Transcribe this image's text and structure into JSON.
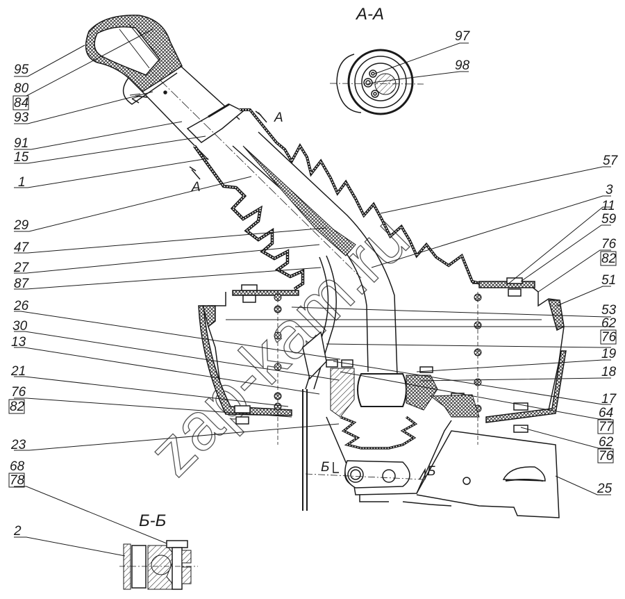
{
  "diagram": {
    "type": "exploded-section-drawing",
    "subject": "gear shift lever assembly",
    "watermark": "zap-kam.ru",
    "colors": {
      "ink": "#1a1a1a",
      "background": "#ffffff",
      "hatch": "#333333"
    },
    "section_titles": {
      "a": "А-А",
      "b": "Б-Б"
    },
    "section_marks": {
      "a_top": "А",
      "a_bottom": "А",
      "b_left": "Б",
      "b_right": "Б"
    },
    "callouts_left": [
      {
        "lines": [
          "95"
        ]
      },
      {
        "lines": [
          "80",
          "84"
        ],
        "boxed_second": true
      },
      {
        "lines": [
          "93"
        ]
      },
      {
        "lines": [
          "91"
        ]
      },
      {
        "lines": [
          "15"
        ]
      },
      {
        "lines": [
          "1"
        ]
      },
      {
        "lines": [
          "29"
        ]
      },
      {
        "lines": [
          "47"
        ]
      },
      {
        "lines": [
          "27"
        ]
      },
      {
        "lines": [
          "87"
        ]
      },
      {
        "lines": [
          "26"
        ]
      },
      {
        "lines": [
          "30"
        ]
      },
      {
        "lines": [
          "13"
        ]
      },
      {
        "lines": [
          "21"
        ]
      },
      {
        "lines": [
          "76",
          "82"
        ],
        "boxed_second": true
      },
      {
        "lines": [
          "23"
        ]
      },
      {
        "lines": [
          "68",
          "78"
        ],
        "boxed_second": true
      },
      {
        "lines": [
          "2"
        ]
      }
    ],
    "callouts_right": [
      {
        "lines": [
          "57"
        ]
      },
      {
        "lines": [
          "3"
        ]
      },
      {
        "lines": [
          "11"
        ]
      },
      {
        "lines": [
          "59"
        ]
      },
      {
        "lines": [
          "76",
          "82"
        ],
        "boxed_second": true
      },
      {
        "lines": [
          "51"
        ]
      },
      {
        "lines": [
          "53"
        ]
      },
      {
        "lines": [
          "62",
          "76"
        ],
        "boxed_second": true
      },
      {
        "lines": [
          "19"
        ]
      },
      {
        "lines": [
          "18"
        ]
      },
      {
        "lines": [
          "17"
        ]
      },
      {
        "lines": [
          "64",
          "77"
        ],
        "boxed_second": true
      },
      {
        "lines": [
          "62",
          "76"
        ],
        "boxed_second": true
      },
      {
        "lines": [
          "25"
        ]
      }
    ],
    "callouts_section_a": [
      {
        "lines": [
          "97"
        ]
      },
      {
        "lines": [
          "98"
        ]
      }
    ]
  }
}
